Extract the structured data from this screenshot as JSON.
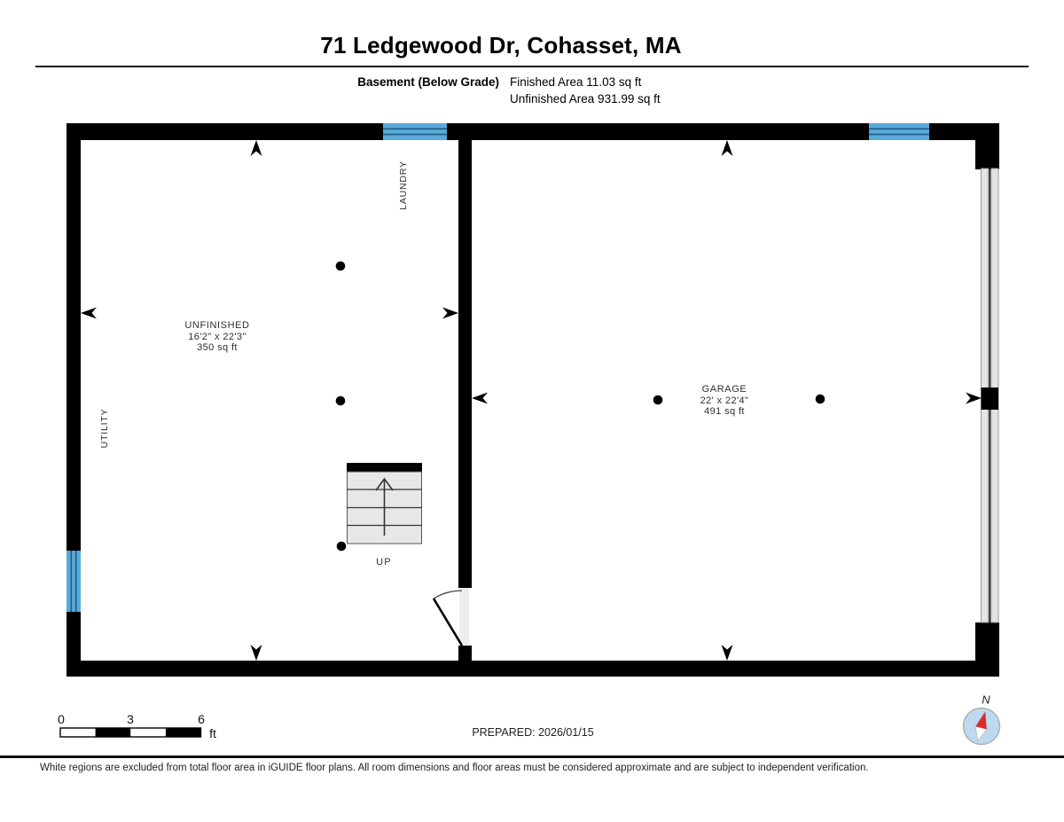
{
  "header": {
    "title": "71 Ledgewood Dr, Cohasset, MA",
    "floor_label": "Basement (Below Grade)",
    "finished_area": "Finished Area 11.03 sq ft",
    "unfinished_area": "Unfinished Area 931.99 sq ft"
  },
  "rooms": [
    {
      "name": "UNFINISHED",
      "dimensions": "16'2\" x 22'3\"",
      "area": "350 sq ft"
    },
    {
      "name": "GARAGE",
      "dimensions": "22' x 22'4\"",
      "area": "491 sq ft"
    }
  ],
  "area_labels": {
    "laundry": "LAUNDRY",
    "utility": "UTILITY"
  },
  "stairs": {
    "label": "UP"
  },
  "scale_bar": {
    "ticks": [
      "0",
      "3",
      "6"
    ],
    "unit": "ft"
  },
  "footer": {
    "prepared": "PREPARED: 2026/01/15",
    "compass_label": "N",
    "disclaimer": "White regions are excluded from total floor area in iGUIDE floor plans. All room dimensions and floor areas must be considered approximate and are subject to independent verification."
  },
  "colors": {
    "wall": "#000000",
    "window_fill": "#5aa9d8",
    "window_line": "#1d5c85",
    "stairs_fill": "#e7e7e7",
    "garage_door_fill": "#e4e4e4",
    "compass_fill": "#bdd9ef",
    "compass_needle": "#d92b2b"
  }
}
